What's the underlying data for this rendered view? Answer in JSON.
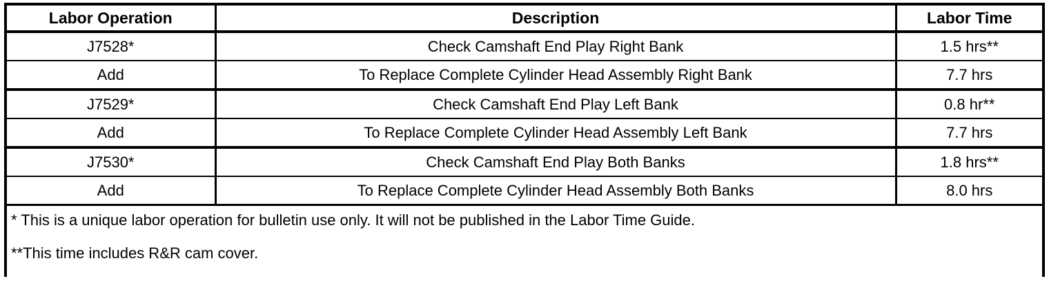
{
  "table": {
    "columns": [
      {
        "key": "labor_operation",
        "header": "Labor Operation"
      },
      {
        "key": "description",
        "header": "Description"
      },
      {
        "key": "labor_time",
        "header": "Labor Time"
      }
    ],
    "rows": [
      {
        "labor_operation": "J7528*",
        "description": "Check Camshaft End Play Right Bank",
        "labor_time": "1.5 hrs**"
      },
      {
        "labor_operation": "Add",
        "description": "To Replace Complete Cylinder Head Assembly Right Bank",
        "labor_time": "7.7 hrs"
      },
      {
        "labor_operation": "J7529*",
        "description": "Check Camshaft End Play Left Bank",
        "labor_time": "0.8 hr**"
      },
      {
        "labor_operation": "Add",
        "description": "To Replace Complete Cylinder Head Assembly Left Bank",
        "labor_time": "7.7 hrs"
      },
      {
        "labor_operation": "J7530*",
        "description": "Check Camshaft End Play Both Banks",
        "labor_time": "1.8 hrs**"
      },
      {
        "labor_operation": "Add",
        "description": "To Replace Complete Cylinder Head Assembly Both Banks",
        "labor_time": "8.0 hrs"
      }
    ],
    "footnotes": [
      "* This is a unique labor operation for bulletin use only. It will not be published in the Labor Time Guide.",
      "**This time includes R&R cam cover."
    ]
  },
  "colors": {
    "border": "#000000",
    "text": "#000000",
    "background": "#ffffff"
  }
}
